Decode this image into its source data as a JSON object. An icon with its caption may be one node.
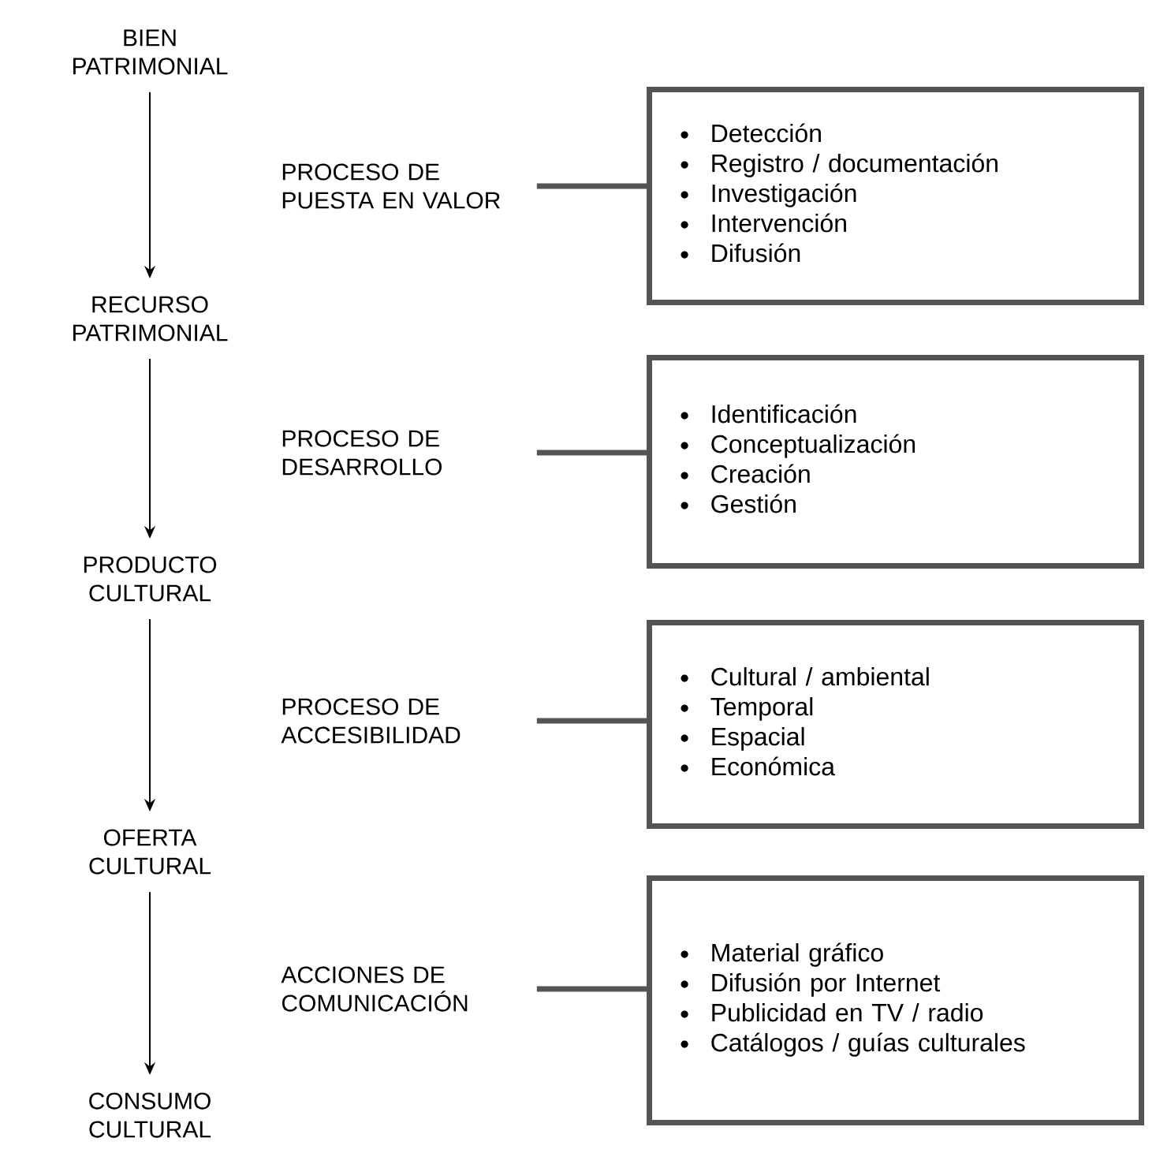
{
  "diagram": {
    "nodes": [
      {
        "text": [
          "BIEN PATRIMONIAL"
        ]
      },
      {
        "text": [
          "PROCESO DE PUESTA EN VALOR"
        ]
      },
      {
        "text": [
          "Detección",
          "Registro / documentación",
          "Investigación",
          "Intervención",
          "Difusión"
        ]
      },
      {
        "text": [
          "RECURSO PATRIMONIAL"
        ]
      },
      {
        "text": [
          "PROCESO DE DESARROLLO"
        ]
      },
      {
        "text": [
          "Identificación",
          "Conceptualización",
          "Creación",
          "Gestión"
        ]
      },
      {
        "text": [
          "PRODUCTO CULTURAL"
        ]
      },
      {
        "text": [
          "PROCESO DE ACCESIBILIDAD"
        ]
      },
      {
        "text": [
          "Cultural / ambiental",
          "Temporal",
          "Espacial",
          "Económica"
        ]
      },
      {
        "text": [
          "OFERTA CULTURAL"
        ]
      },
      {
        "text": [
          "ACCIONES DE COMUNICACIÓN"
        ]
      },
      {
        "text": [
          "Material gráfico",
          "Difusión por Internet",
          "Publicidad en TV / radio",
          "Catálogos / guías culturales"
        ]
      },
      {
        "text": [
          "CONSUMO CULTURAL"
        ]
      }
    ],
    "edges": [
      {
        "from": 0,
        "to": 3,
        "arrow": "to"
      },
      {
        "from": 3,
        "to": 6,
        "arrow": "to"
      },
      {
        "from": 6,
        "to": 9,
        "arrow": "to"
      },
      {
        "from": 9,
        "to": 12,
        "arrow": "to"
      },
      {
        "from": 1,
        "to": 2,
        "arrow": "none",
        "style": "thick",
        "color": "#555555"
      },
      {
        "from": 4,
        "to": 5,
        "arrow": "none",
        "style": "thick",
        "color": "#555555"
      },
      {
        "from": 7,
        "to": 8,
        "arrow": "none",
        "style": "thick",
        "color": "#555555"
      },
      {
        "from": 10,
        "to": 11,
        "arrow": "none",
        "style": "thick",
        "color": "#555555"
      }
    ]
  }
}
